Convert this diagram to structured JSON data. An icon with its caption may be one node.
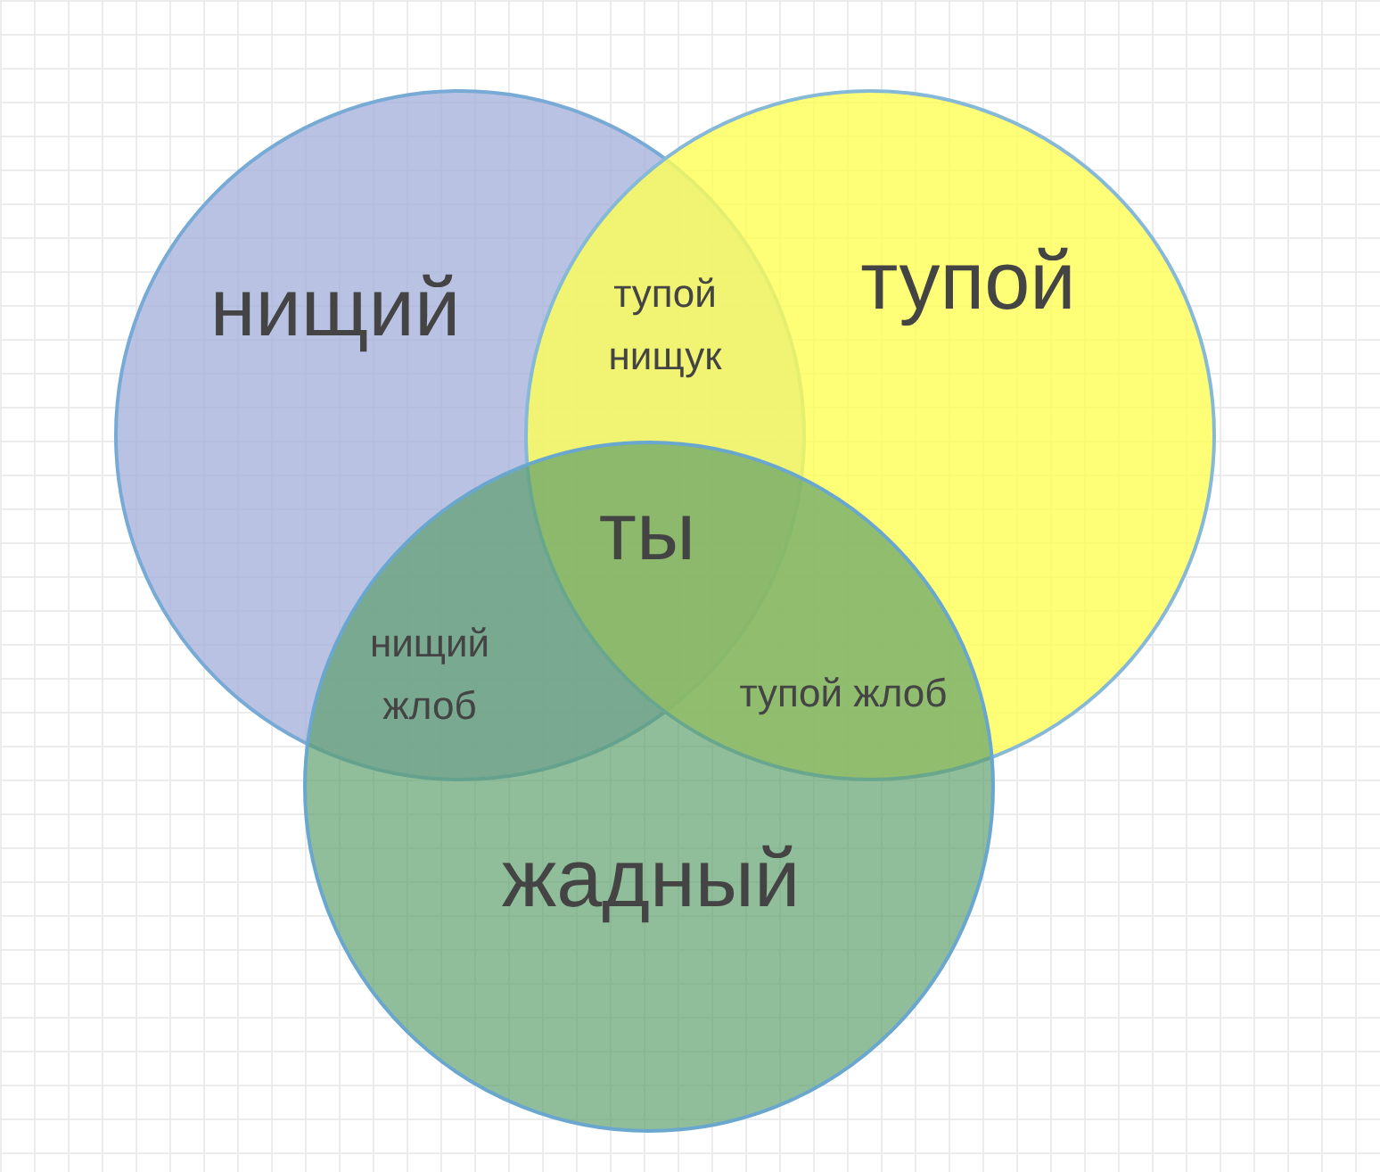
{
  "diagram": {
    "nodes": [
      {
        "text": [
          "нищий"
        ]
      },
      {
        "text": [
          "тупой"
        ]
      },
      {
        "text": [
          "жадный"
        ]
      }
    ],
    "labels": [
      "тупой нищук",
      "ты",
      "нищий жлоб",
      "тупой жлоб"
    ]
  }
}
